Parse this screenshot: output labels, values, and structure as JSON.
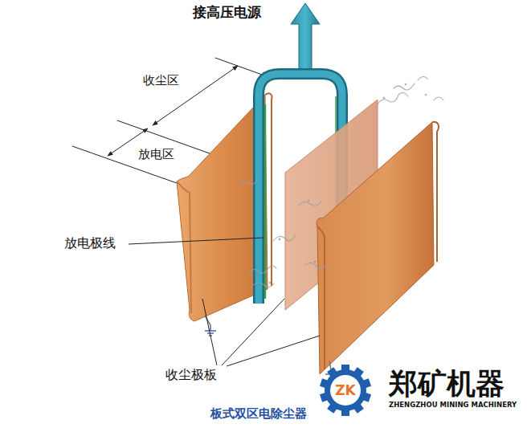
{
  "diagram": {
    "caption": "板式双区电除尘器",
    "labels": [
      "接高压电源",
      "收尘区",
      "放电区",
      "放电极线",
      "收尘极板",
      "ZK",
      "郑矿机器",
      "ZHENGZHOU MINING MACHINERY"
    ]
  }
}
